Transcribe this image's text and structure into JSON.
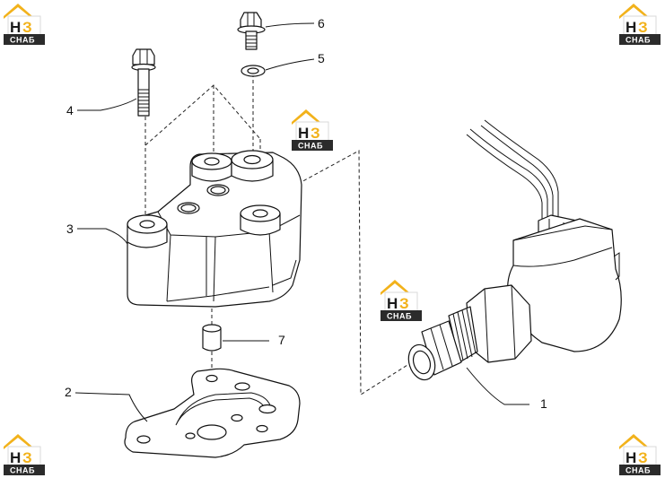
{
  "callouts": {
    "c1": "1",
    "c2": "2",
    "c3": "3",
    "c4": "4",
    "c5": "5",
    "c6": "6",
    "c7": "7"
  },
  "watermark": {
    "letter_h": "Н",
    "letter_z": "З",
    "word": "СНАБ",
    "colors": {
      "roof": "#f2b21b",
      "band": "#2b2b2b"
    }
  }
}
